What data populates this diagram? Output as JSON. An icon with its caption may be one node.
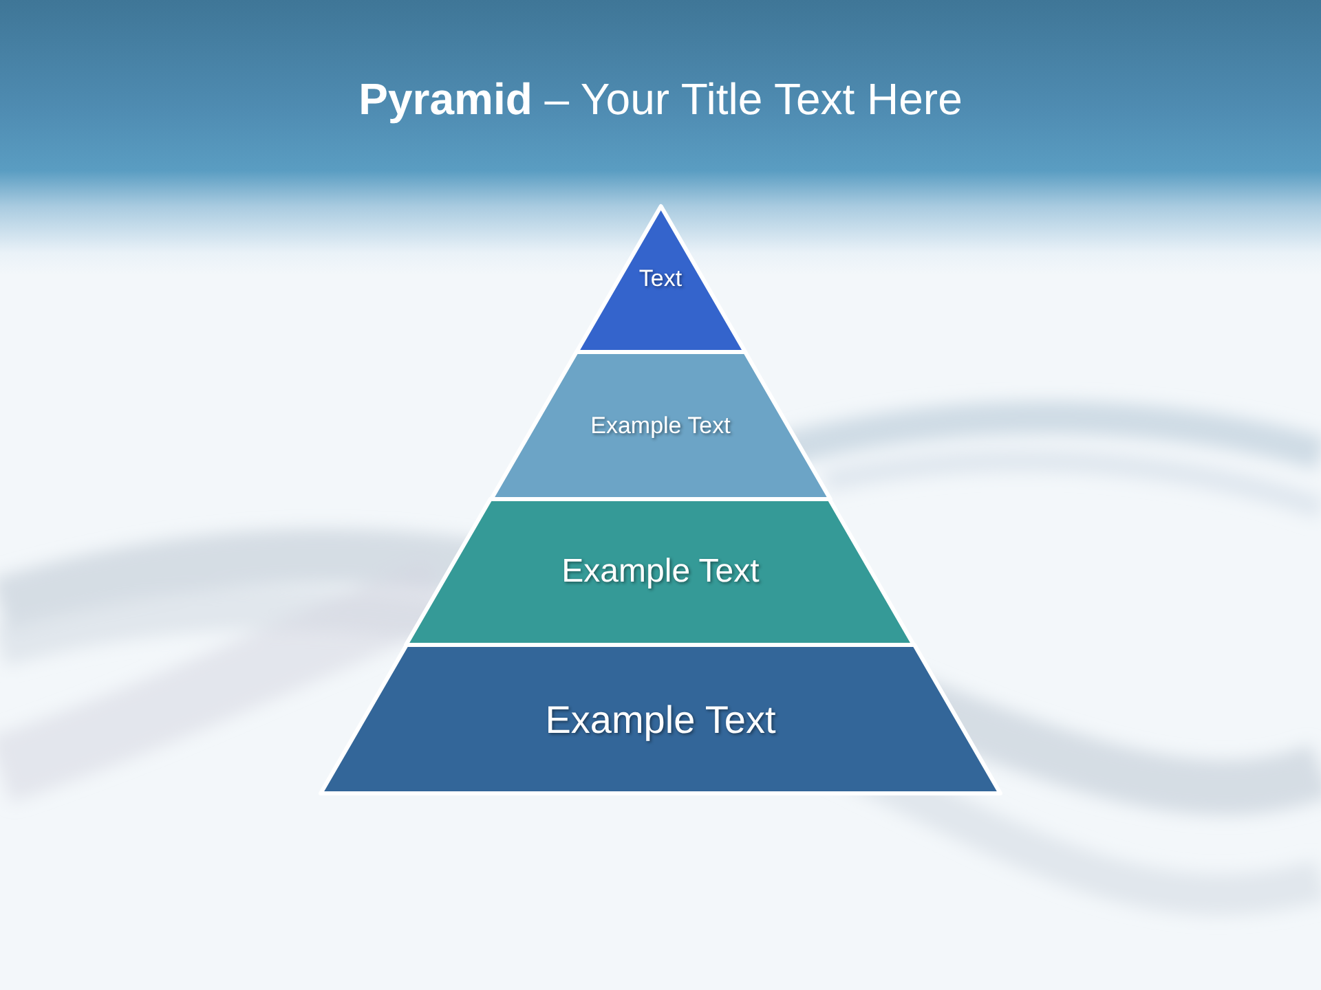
{
  "diagram": {
    "title": "**Pyramid** – Your Title Text Here",
    "nodes": [
      {
        "text": [
          "Text"
        ]
      },
      {
        "text": [
          "Example Text"
        ]
      },
      {
        "text": [
          "Example Text"
        ]
      },
      {
        "text": [
          "Example Text"
        ]
      }
    ]
  }
}
